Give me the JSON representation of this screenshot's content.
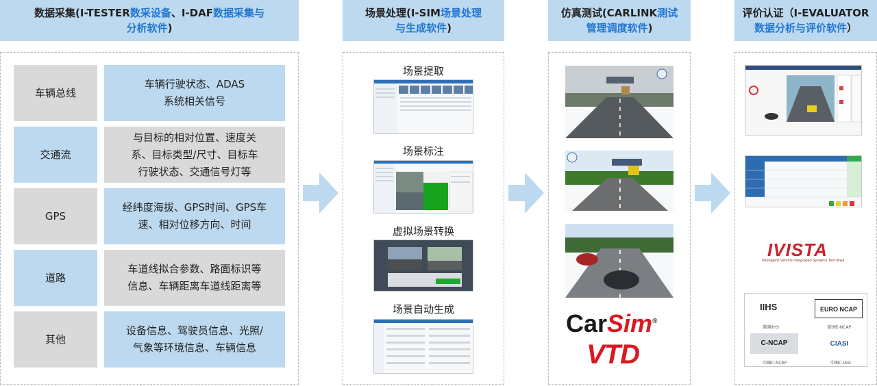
{
  "columns": [
    {
      "prefix": "数据采集(I-TESTER",
      "blue1": "数采设备",
      "mid": "、I-DAF",
      "blue2": "数据采集与",
      "line2": "分析软件",
      "suffix": ")"
    },
    {
      "prefix": "场景处理(I-SIM",
      "blue1": "场景处理",
      "line2": "与生成软件",
      "suffix": ")"
    },
    {
      "prefix": "仿真测试(CARLINK",
      "blue1": "测试",
      "line2": "管理调度软件",
      "suffix": ")"
    },
    {
      "prefix": "评价认证（I-EVALUATOR",
      "line2": "数据分析与评价软件",
      "suffix": "）"
    }
  ],
  "data_rows": [
    {
      "category": "车辆总线",
      "detail": [
        "车辆行驶状态、ADAS",
        "系统相关信号"
      ]
    },
    {
      "category": "交通流",
      "detail": [
        "与目标的相对位置、速度关",
        "系、目标类型/尺寸、目标车",
        "行驶状态、交通信号灯等"
      ]
    },
    {
      "category": "GPS",
      "detail": [
        "经纬度海拔、GPS时间、GPS车",
        "速、相对位移方向、时间"
      ]
    },
    {
      "category": "道路",
      "detail": [
        "车道线拟合参数、路面标识等",
        "信息、车辆距离车道线距离等"
      ]
    },
    {
      "category": "其他",
      "detail": [
        "设备信息、驾驶员信息、光照/",
        "气象等环境信息、车辆信息"
      ]
    }
  ],
  "scene_steps": [
    "场景提取",
    "场景标注",
    "虚拟场景转换",
    "场景自动生成"
  ],
  "sim_logos": {
    "carsim_car": "Car",
    "carsim_sim": "Sim",
    "carsim_mark": "®",
    "vtd": "VTD"
  },
  "eval_logos": {
    "ivista": "IVISTA",
    "ivista_tag": "Intelligent Vehicle Integrated Systems Test Area",
    "iihs": "IIHS",
    "iihs_cap": "美国IIHS",
    "euroncap": "EURO NCAP",
    "euroncap_cap": "欧洲E-NCAP",
    "cncap": "C-NCAP",
    "cncap_cap": "中国C-NCAP",
    "ciasi": "CIASI",
    "ciasi_cap": "中国C-IASI"
  },
  "colors": {
    "header_bg": "#bcd9ef",
    "accent_blue": "#2176d2",
    "cell_gray": "#d9d9d9",
    "cell_blue": "#bcd9ef",
    "arrow": "#bcd9ef",
    "dashed_border": "#b7b7b7"
  }
}
